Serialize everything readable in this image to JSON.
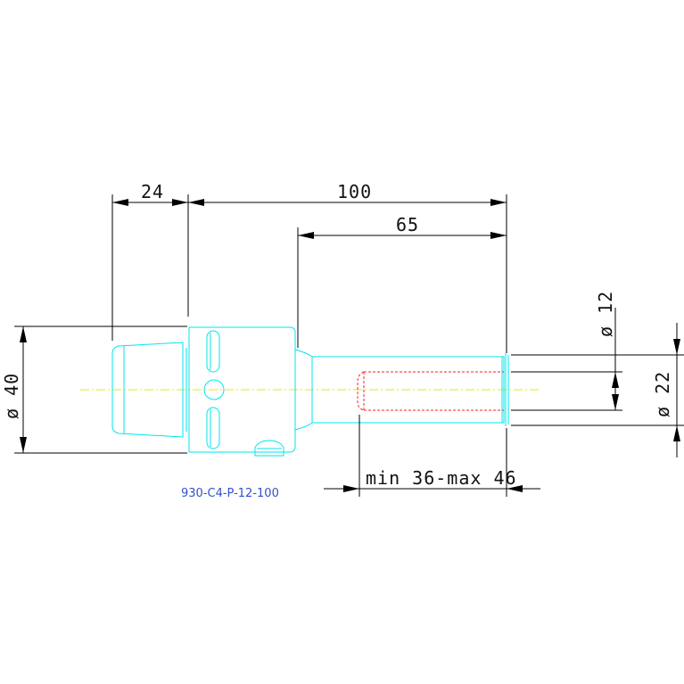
{
  "drawing": {
    "part_code": "930-C4-P-12-100",
    "dimensions": {
      "d24": "24",
      "d100": "100",
      "d65": "65",
      "dia40": "ø 40",
      "dia12": "ø 12",
      "dia22": "ø 22",
      "depth": "min 36-max 46"
    },
    "colors": {
      "outline": "#00e5ee",
      "centerline": "#e8e800",
      "hidden": "#ff2020",
      "dimension": "#000000",
      "label": "#3050d0"
    }
  }
}
